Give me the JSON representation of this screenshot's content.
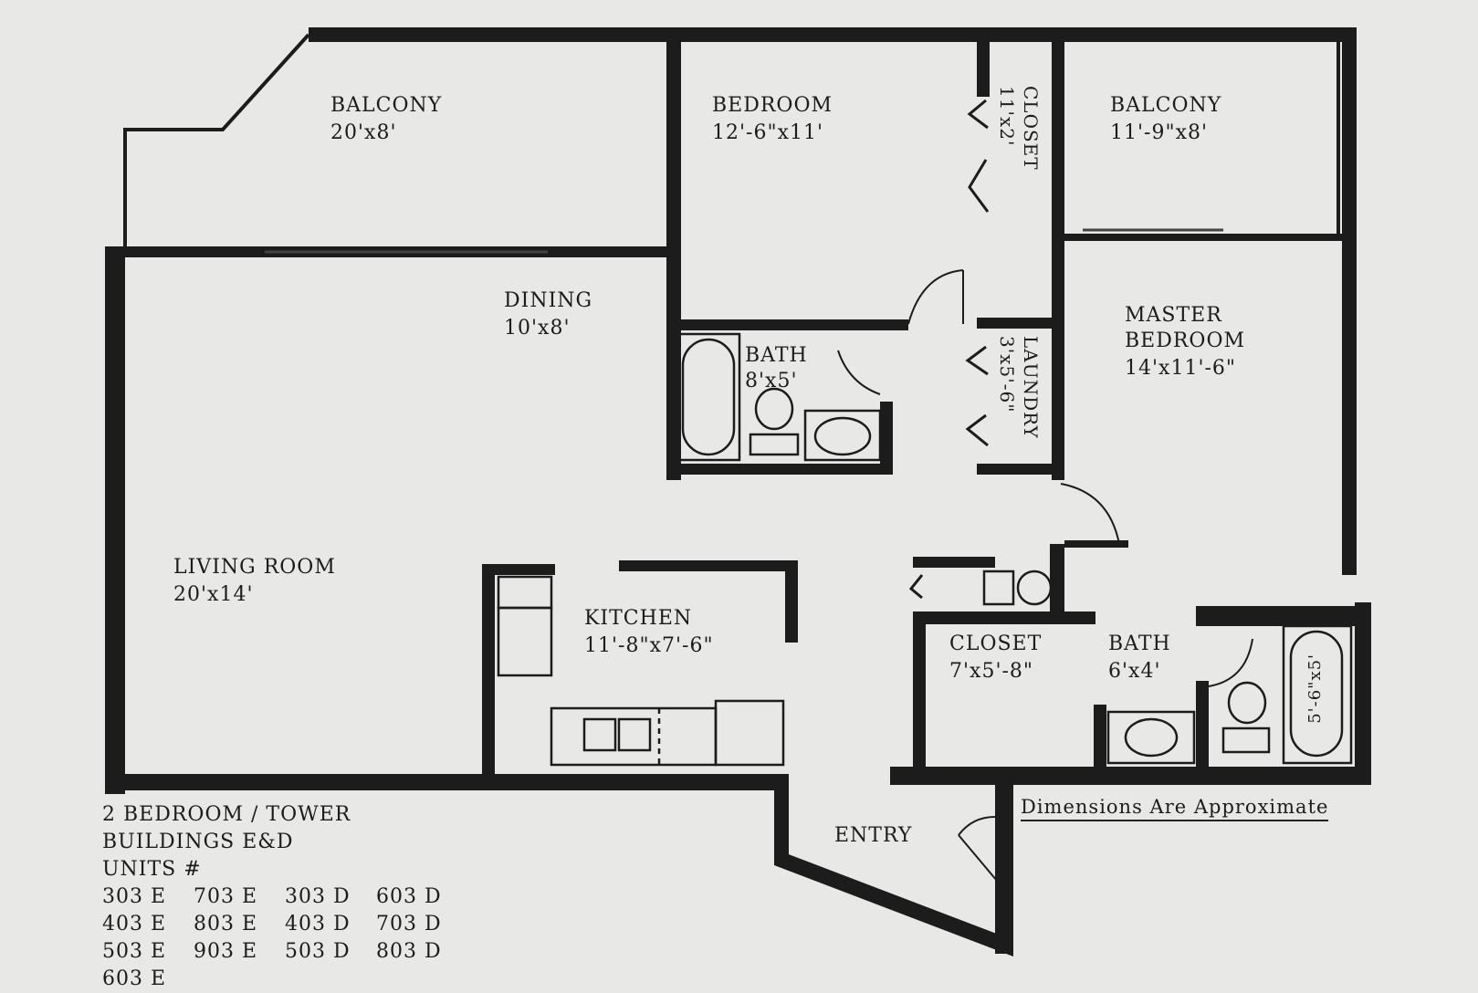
{
  "rooms": {
    "balcony_left": {
      "name": "BALCONY",
      "dim": "20'x8'"
    },
    "bedroom": {
      "name": "BEDROOM",
      "dim": "12'-6\"x11'"
    },
    "closet_top": {
      "name": "CLOSET",
      "dim": "11'x2'"
    },
    "balcony_right": {
      "name": "BALCONY",
      "dim": "11'-9\"x8'"
    },
    "dining": {
      "name": "DINING",
      "dim": "10'x8'"
    },
    "bath_upper": {
      "name": "BATH",
      "dim": "8'x5'"
    },
    "laundry": {
      "name": "LAUNDRY",
      "dim": "3'x5'-6\""
    },
    "master": {
      "name_line1": "MASTER",
      "name_line2": "BEDROOM",
      "dim": "14'x11'-6\""
    },
    "living": {
      "name": "LIVING ROOM",
      "dim": "20'x14'"
    },
    "kitchen": {
      "name": "KITCHEN",
      "dim": "11'-8\"x7'-6\""
    },
    "closet_lower": {
      "name": "CLOSET",
      "dim": "7'x5'-8\""
    },
    "bath_lower": {
      "name": "BATH",
      "dim": "6'x4'"
    },
    "tub_dim": "5'-6\"x5'",
    "entry": {
      "name": "ENTRY"
    }
  },
  "info": {
    "line1": "2 BEDROOM / TOWER",
    "line2": "BUILDINGS E&D",
    "line3": "UNITS  #",
    "units": [
      "303 E",
      "703 E",
      "303 D",
      "603 D",
      "403 E",
      "803 E",
      "403 D",
      "703 D",
      "503 E",
      "903 E",
      "503 D",
      "803 D",
      "603 E"
    ]
  },
  "note": "Dimensions Are Approximate"
}
